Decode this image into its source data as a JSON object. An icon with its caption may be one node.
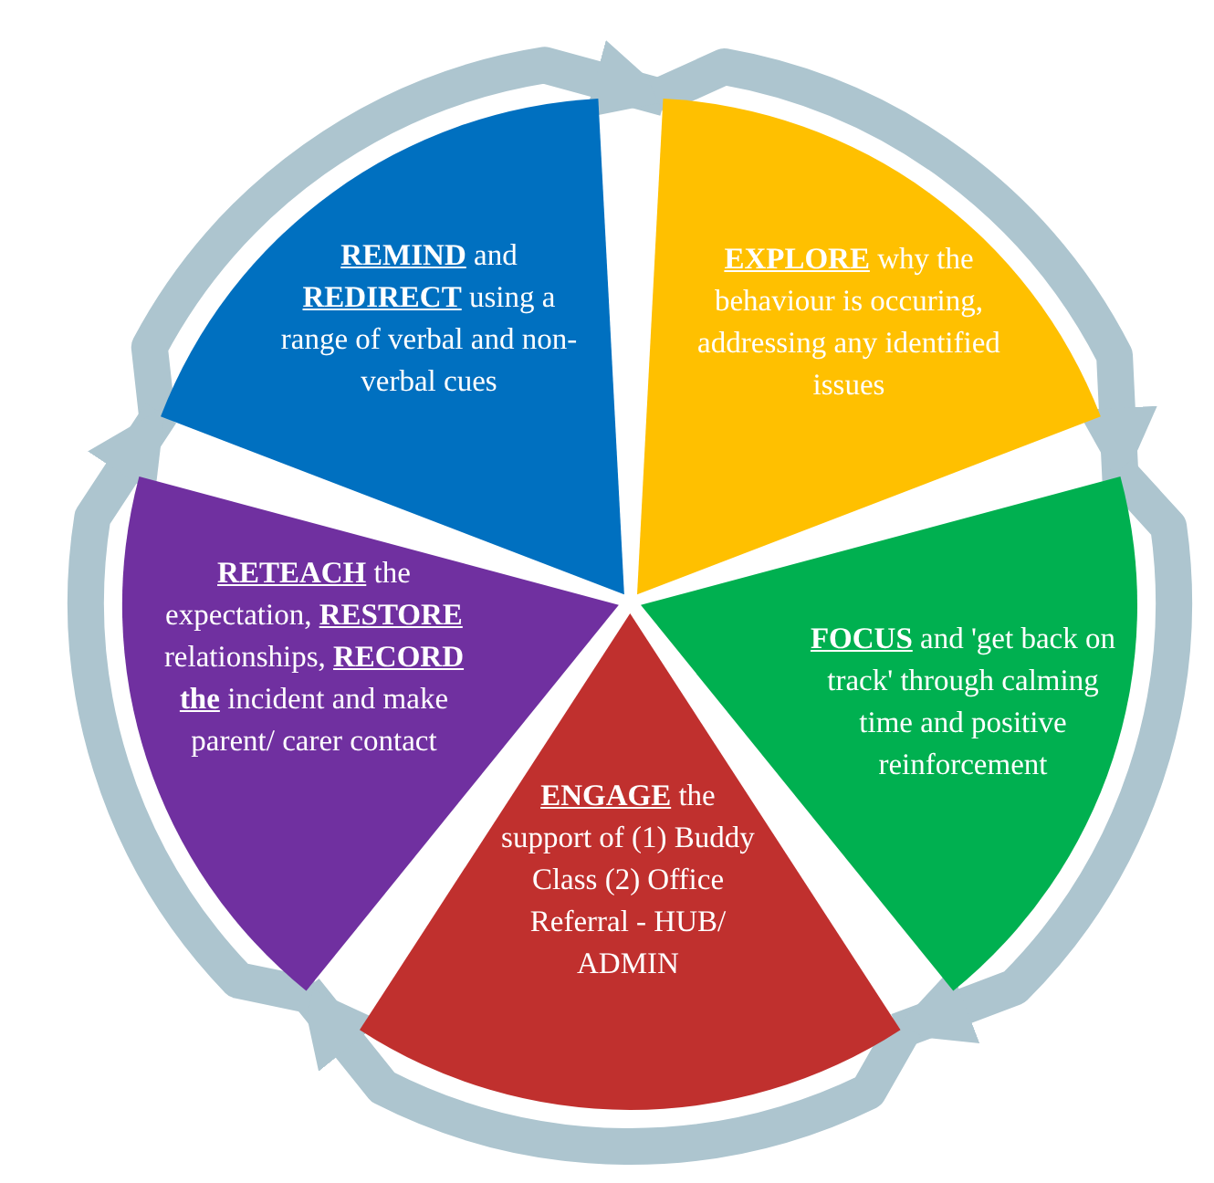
{
  "diagram": {
    "nodes": [
      {
        "text": [
          "**REMIND** and **REDIRECT** using a range of verbal and non-verbal cues"
        ]
      },
      {
        "text": [
          "**EXPLORE** why the behaviour is occuring, addressing  any identified issues"
        ]
      },
      {
        "text": [
          "**FOCUS** and 'get back on track' through calming time and positive reinforcement"
        ]
      },
      {
        "text": [
          "**ENGAGE** the support of (1) Buddy Class (2) Office Referral - HUB/ ADMIN"
        ]
      },
      {
        "text": [
          "**RETEACH** the expectation, **RESTORE** relationships, **RECORD** **the** incident and make parent/ carer contact"
        ]
      }
    ],
    "edges": [
      {
        "from": 0,
        "to": 1,
        "arrow": "to"
      },
      {
        "from": 1,
        "to": 2,
        "arrow": "to"
      },
      {
        "from": 2,
        "to": 3,
        "arrow": "to"
      },
      {
        "from": 3,
        "to": 4,
        "arrow": "to"
      },
      {
        "from": 4,
        "to": 0,
        "arrow": "to"
      }
    ]
  }
}
